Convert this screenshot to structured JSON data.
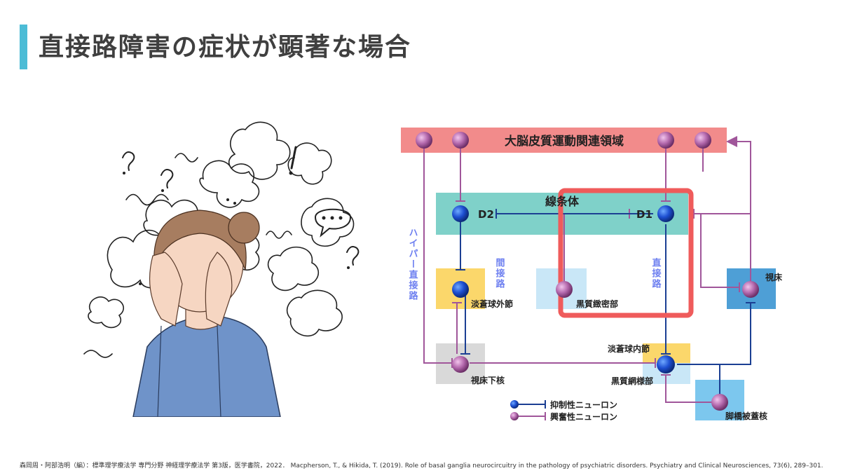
{
  "title": "直接路障害の症状が顕著な場合",
  "diagram": {
    "cortex": "大脳皮質運動関連領域",
    "striatum": "線条体",
    "d2": "D2",
    "d1": "D1",
    "indirect_label": "間接路",
    "direct_label": "直接路",
    "hyperdirect_label": "ハイパー直接路",
    "gpe": "淡蒼球外節",
    "snc": "黒質緻密部",
    "thalamus": "視床",
    "stn": "視床下核",
    "gpi": "淡蒼球内節",
    "snr": "黒質網様部",
    "ppn": "脚橋被蓋核",
    "legend_inhibitory": "抑制性ニューロン",
    "legend_excitatory": "興奮性ニューロン",
    "colors": {
      "cortex": "#f28b8b",
      "striatum": "#7fd1c9",
      "gpe": "#fbd76b",
      "snc": "#c9e7f7",
      "thalamus": "#4e9fd6",
      "stn": "#d9d9d9",
      "gpi": "#fbd76b",
      "snr": "#c9e7f7",
      "ppn": "#7cc7ee",
      "inhibitory": "#1b3f93",
      "excitatory": "#a0569a",
      "highlight": "#ef5b5b",
      "hyper_text": "#6d7ff0"
    }
  },
  "footer": "森岡周・阿部浩明（編）：標準理学療法学 専門分野 神経理学療法学 第3版，医学書院，2022． Macpherson, T., & Hikida, T. (2019). Role of basal ganglia neurocircuitry in the pathology of psychiatric disorders. Psychiatry and Clinical Neurosciences, 73(6), 289–301."
}
